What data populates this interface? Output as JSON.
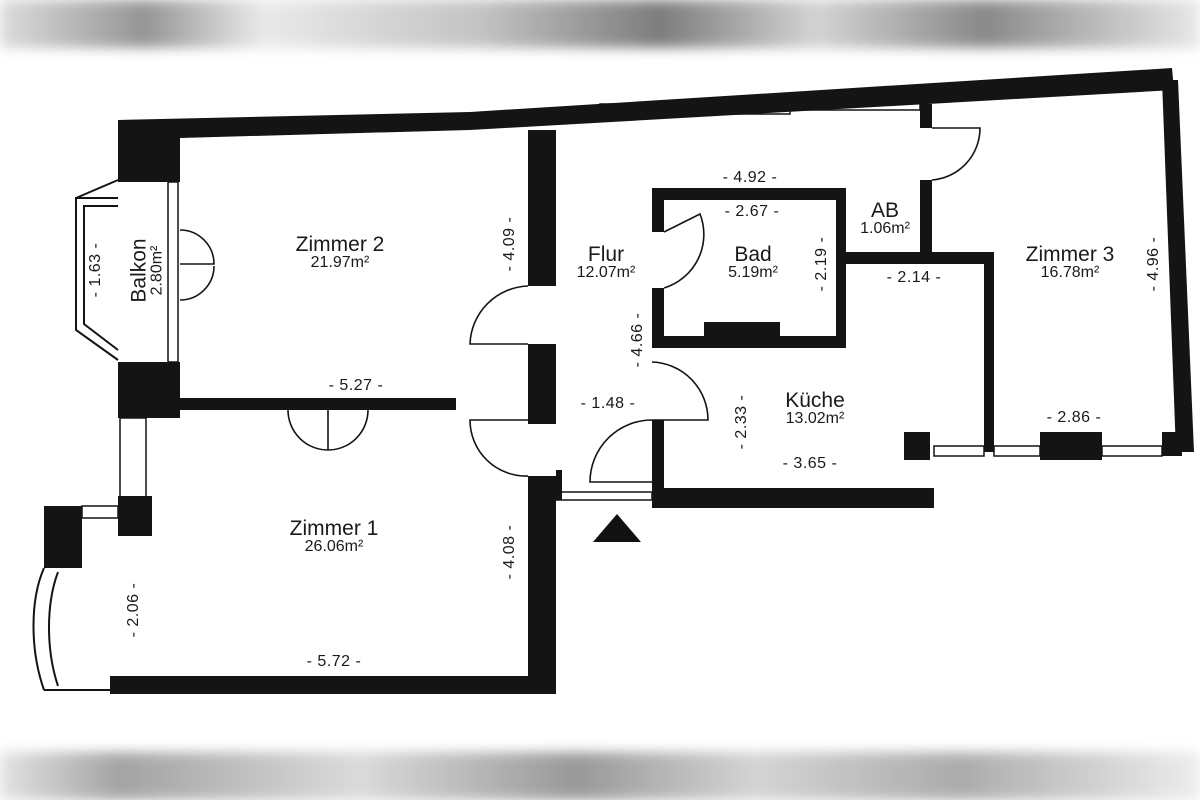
{
  "rooms": {
    "zimmer2": {
      "name": "Zimmer 2",
      "area": "21.97m²"
    },
    "flur": {
      "name": "Flur",
      "area": "12.07m²"
    },
    "bad": {
      "name": "Bad",
      "area": "5.19m²"
    },
    "ab": {
      "name": "AB",
      "area": "1.06m²"
    },
    "zimmer3": {
      "name": "Zimmer 3",
      "area": "16.78m²"
    },
    "kueche": {
      "name": "Küche",
      "area": "13.02m²"
    },
    "zimmer1": {
      "name": "Zimmer 1",
      "area": "26.06m²"
    },
    "balkon": {
      "name": "Balkon",
      "area": "2.80m²"
    }
  },
  "dimensions": {
    "top_492": "- 4.92 -",
    "bad_267": "- 2.67 -",
    "bad_219": "- 2.19 -",
    "z2_409": "- 4.09 -",
    "z2_527": "- 5.27 -",
    "flur_466": "- 4.66 -",
    "flur_148": "- 1.48 -",
    "kue_214": "- 2.14 -",
    "kue_233": "- 2.33 -",
    "kue_365": "- 3.65 -",
    "z3_496": "- 4.96 -",
    "z3_286": "- 2.86 -",
    "z1_408": "- 4.08 -",
    "z1_206": "- 2.06 -",
    "z1_572": "- 5.72 -",
    "balkon_163": "- 1.63 -"
  },
  "colors": {
    "wall": "#141414",
    "paper": "#ffffff",
    "ink": "#1a1a1a"
  },
  "icons": {
    "entrance": "entrance-triangle-icon"
  }
}
